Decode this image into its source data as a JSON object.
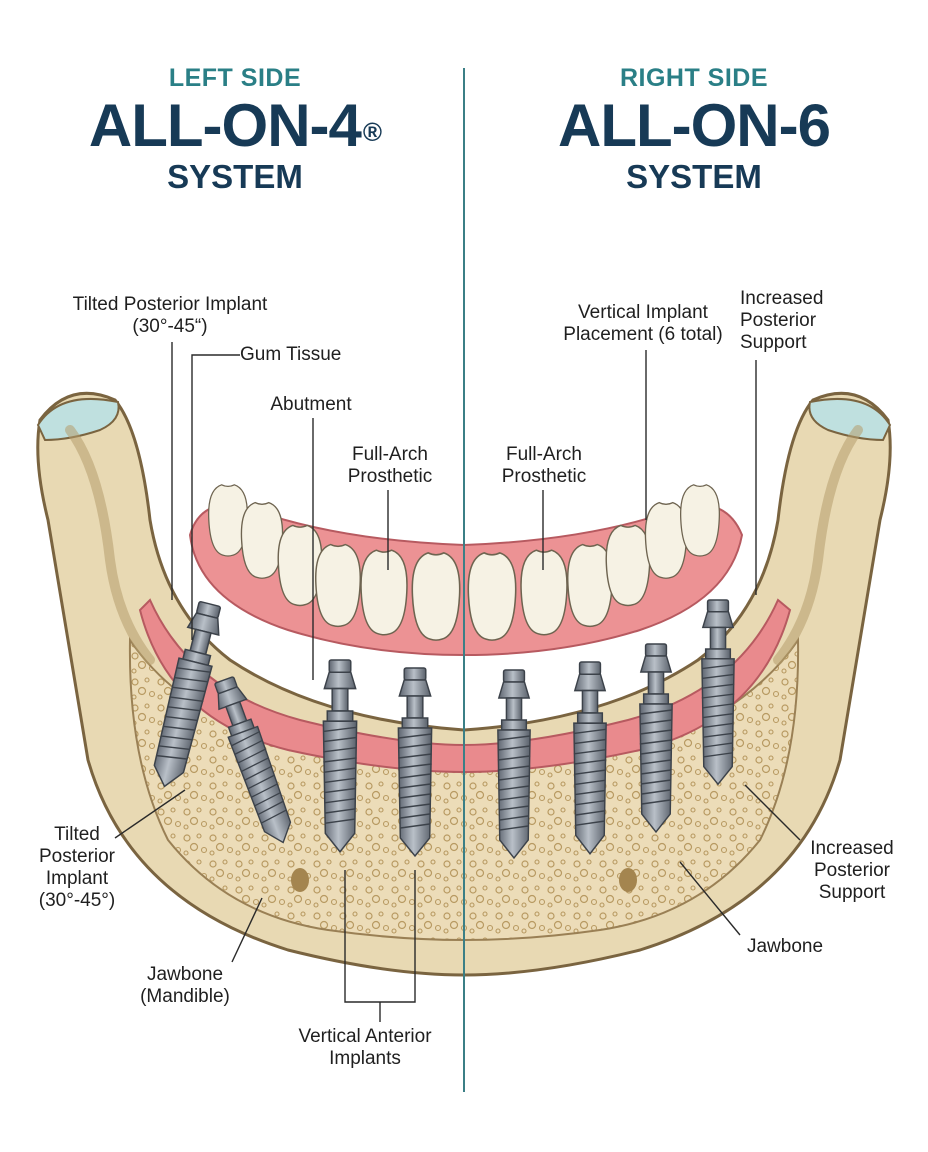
{
  "colors": {
    "heading_accent": "#2a7f86",
    "heading_dark": "#173a56",
    "divider": "#3b7f86",
    "bone_outer": "#e8d9b3",
    "bone_inner": "#e9d8b4",
    "bone_outline": "#7a6440",
    "gum": "#e98a8d",
    "tooth": "#f6f2e4",
    "implant": "#7c8591",
    "cartilage": "#bfe0df",
    "leader": "#2a2a2a"
  },
  "left_panel": {
    "eyebrow": "LEFT SIDE",
    "title": "ALL-ON-4",
    "title_mark": "®",
    "subtitle": "SYSTEM"
  },
  "right_panel": {
    "eyebrow": "RIGHT SIDE",
    "title": "ALL-ON-6",
    "subtitle": "SYSTEM"
  },
  "labels": {
    "tilted_posterior_top": "Tilted Posterior Implant\n(30°-45“)",
    "gum_tissue": "Gum Tissue",
    "abutment": "Abutment",
    "full_arch_left": "Full-Arch\nProsthetic",
    "full_arch_right": "Full-Arch\nProsthetic",
    "vertical_placement": "Vertical Implant\nPlacement (6 total)",
    "increased_support_top": "Increased\nPosterior\nSupport",
    "tilted_posterior_bottom": "Tilted\nPosterior\nImplant\n(30°-45°)",
    "jawbone_mandible": "Jawbone\n(Mandible)",
    "vertical_anterior": "Vertical Anterior\nImplants",
    "increased_support_bottom": "Increased\nPosterior\nSupport",
    "jawbone_right": "Jawbone"
  }
}
